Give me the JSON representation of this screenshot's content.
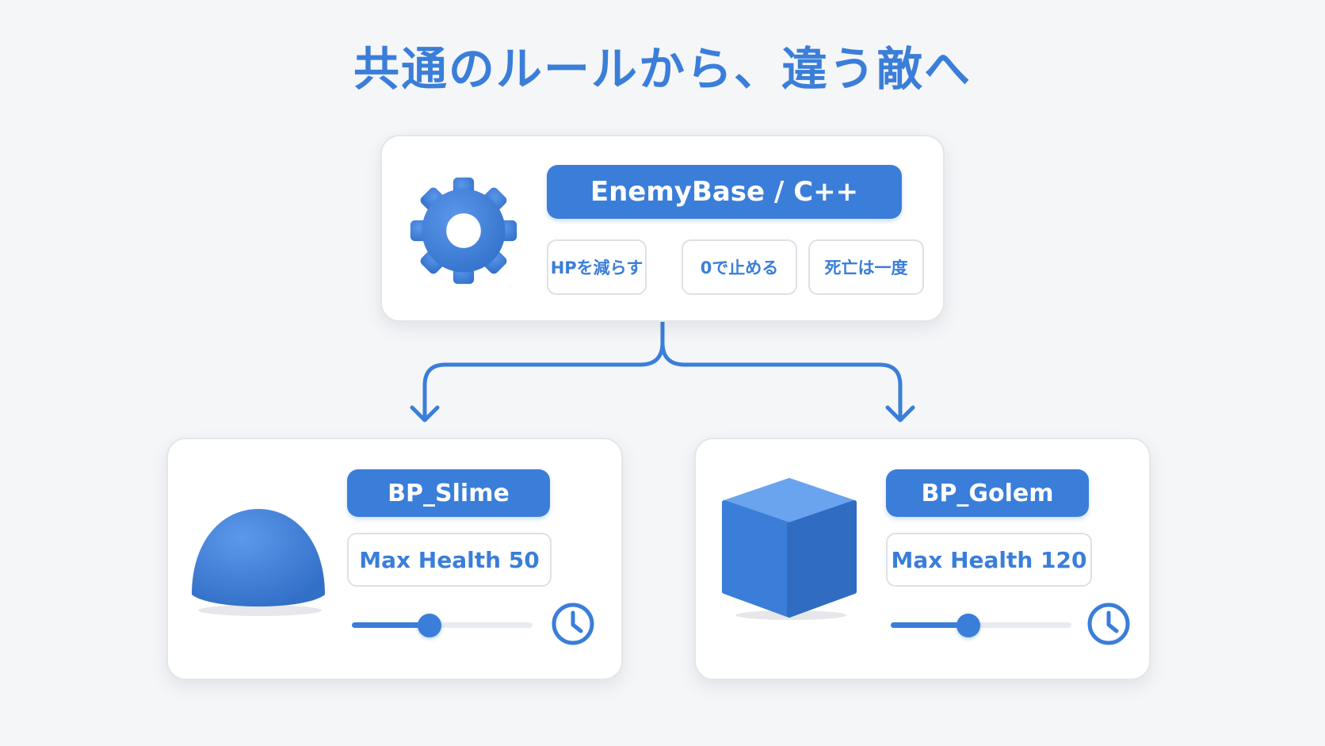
{
  "title": "共通のルールから、違う敵へ",
  "base": {
    "label": "EnemyBase / C++",
    "icon": "gear-icon",
    "rules": [
      "HPを減らす",
      "0で止める",
      "死亡は一度"
    ]
  },
  "children": [
    {
      "label": "BP_Slime",
      "icon": "slime-dome-icon",
      "field": "Max Health 50",
      "slider_value": 0.43,
      "clock_icon": "clock-icon"
    },
    {
      "label": "BP_Golem",
      "icon": "golem-cube-icon",
      "field": "Max Health 120",
      "slider_value": 0.43,
      "clock_icon": "clock-icon"
    }
  ],
  "colors": {
    "accent": "#3a7ed9",
    "background": "#f5f6f8",
    "card": "#ffffff",
    "border": "#dde1e6",
    "track": "#e8ebef"
  }
}
